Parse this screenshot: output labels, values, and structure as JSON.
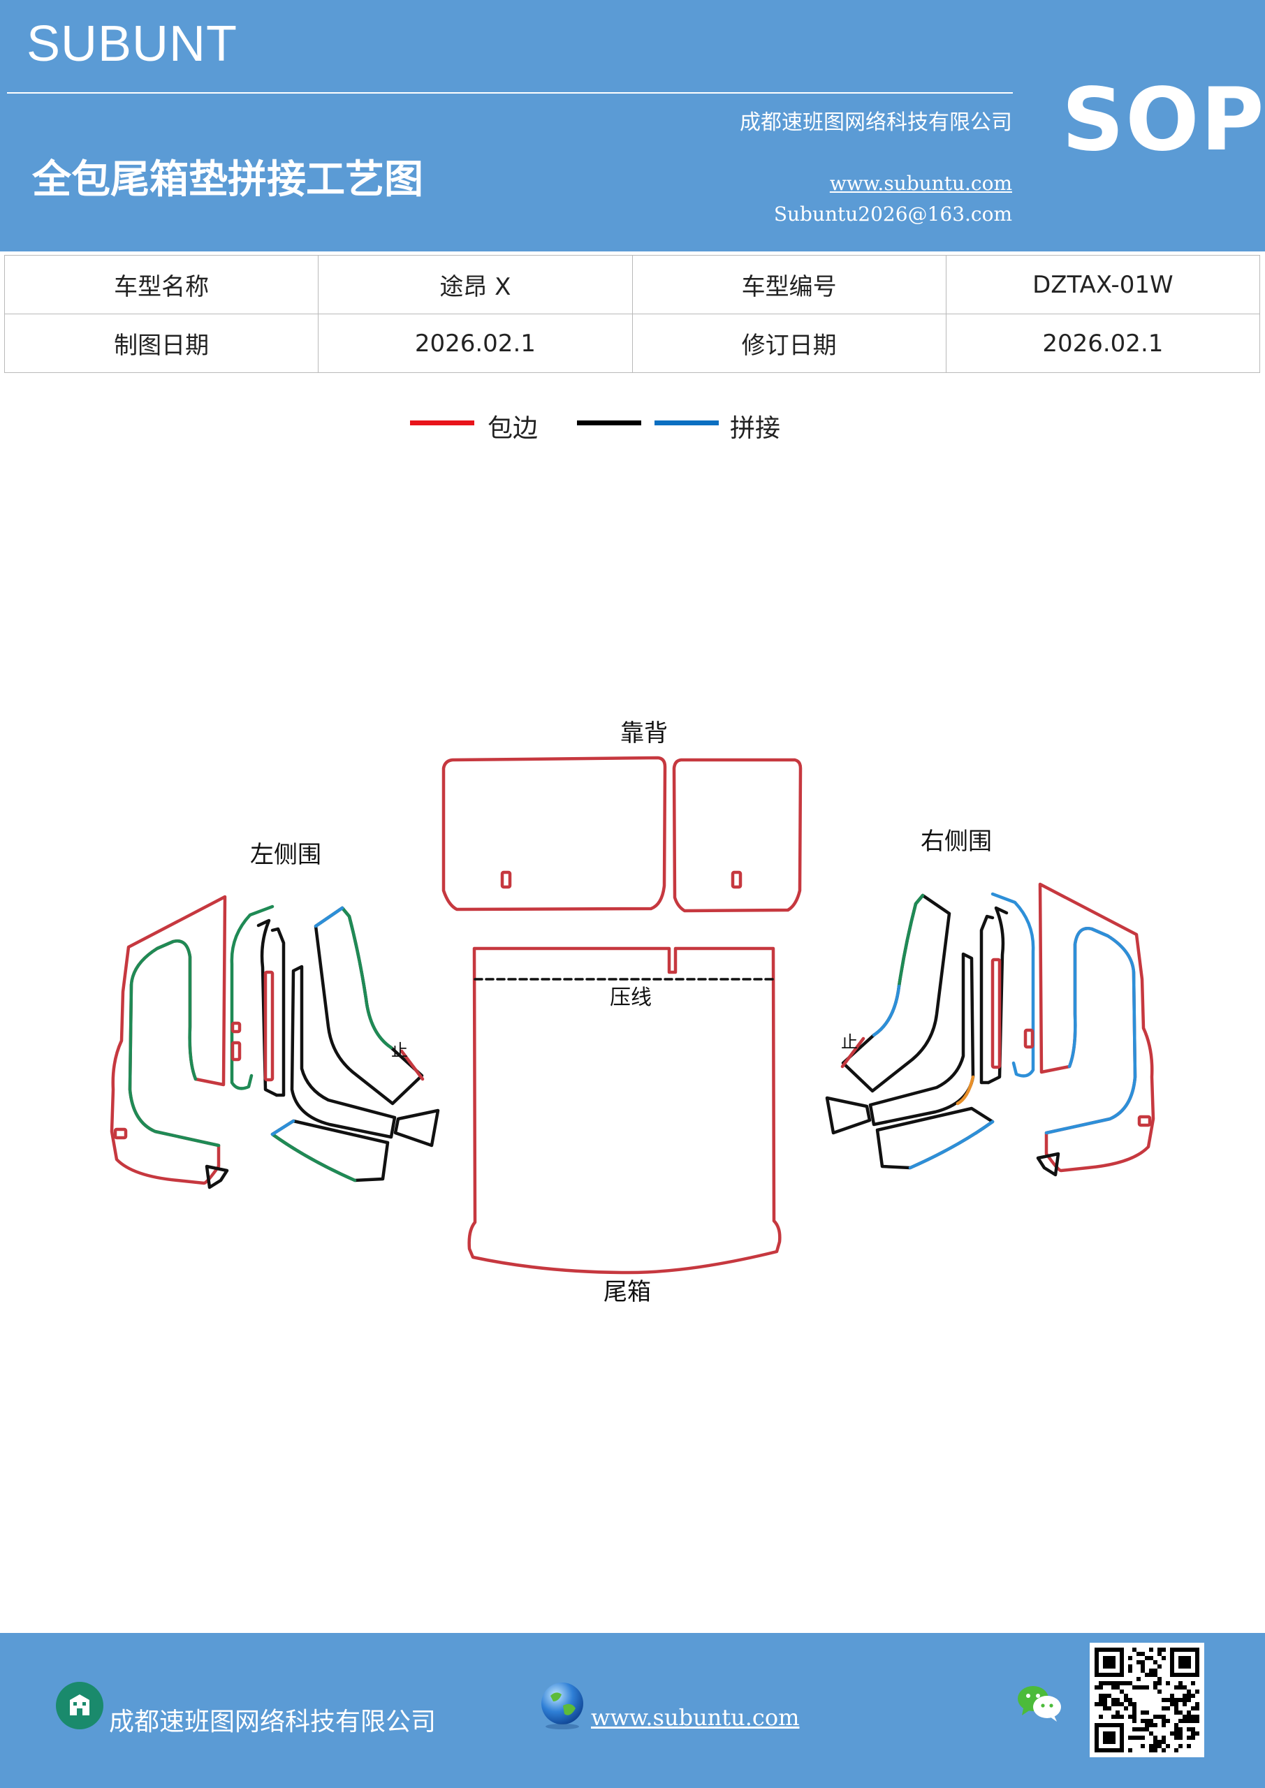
{
  "header": {
    "brand": "SUBUNT",
    "company": "成都速班图网络科技有限公司",
    "title": "全包尾箱垫拼接工艺图",
    "website": "www.subuntu.com",
    "email": "Subuntu2026@163.com",
    "badge": "SOP"
  },
  "info_table": {
    "rows": [
      [
        {
          "label": "车型名称",
          "value": "途昂 X"
        },
        {
          "label": "车型编号",
          "value": "DZTAX-01W"
        }
      ],
      [
        {
          "label": "制图日期",
          "value": "2026.02.1"
        },
        {
          "label": "修订日期",
          "value": "2026.02.1"
        }
      ]
    ]
  },
  "legend": [
    {
      "label": "包边",
      "color": "#e8141b"
    },
    {
      "label": "",
      "color": "#000000"
    },
    {
      "label": "拼接",
      "color": "#0b6fc1"
    }
  ],
  "diagram": {
    "labels": {
      "backrest": "靠背",
      "left_side": "左侧围",
      "right_side": "右侧围",
      "crease": "压线",
      "trunk": "尾箱",
      "stop_left": "止",
      "stop_right": "止"
    },
    "colors": {
      "edge_red": "#c6383f",
      "green": "#1f8a55",
      "blue": "#2d8fd8",
      "black": "#111111",
      "orange": "#e8902a"
    }
  },
  "footer": {
    "company": "成都速班图网络科技有限公司",
    "website": "www.subuntu.com",
    "icons": [
      "building-icon",
      "globe-icon",
      "wechat-icon",
      "qr-code"
    ]
  },
  "colors": {
    "banner": "#5b9bd5",
    "text_white": "#ffffff"
  }
}
